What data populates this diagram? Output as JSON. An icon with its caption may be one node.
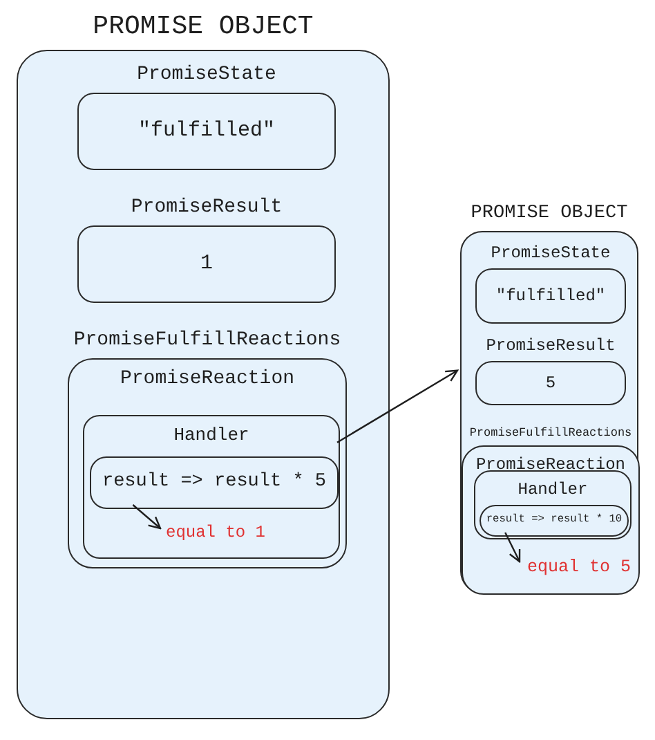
{
  "diagram": {
    "nodes": [
      {
        "text": [
          "PROMISE OBJECT"
        ]
      },
      {
        "text": [
          "PromiseState",
          "\"fulfilled\""
        ],
        "in": 0
      },
      {
        "text": [
          "PromiseResult",
          "1"
        ],
        "in": 0
      },
      {
        "text": [
          "PromiseFulfillReactions",
          "PromiseReaction"
        ],
        "in": 0
      },
      {
        "text": [
          "Handler"
        ],
        "in": 3
      },
      {
        "text": [
          "result => result * 5"
        ],
        "in": 4
      },
      {
        "text": [
          "equal to 1"
        ],
        "in": 4
      },
      {
        "text": [
          "PROMISE OBJECT"
        ]
      },
      {
        "text": [
          "PromiseState",
          "\"fulfilled\""
        ],
        "in": 7
      },
      {
        "text": [
          "PromiseResult",
          "5"
        ],
        "in": 7
      },
      {
        "text": [
          "PromiseFulfillReactions",
          "PromiseReaction"
        ],
        "in": 7
      },
      {
        "text": [
          "Handler"
        ],
        "in": 10
      },
      {
        "text": [
          "result => result * 10"
        ],
        "in": 11
      },
      {
        "text": [
          "equal to 5"
        ],
        "in": 10
      }
    ],
    "edges": [
      {
        "from": 4,
        "to": 7,
        "arrow": "to"
      },
      {
        "from": 5,
        "to": 6,
        "arrow": "to"
      },
      {
        "from": 12,
        "to": 13,
        "arrow": "to"
      }
    ]
  }
}
